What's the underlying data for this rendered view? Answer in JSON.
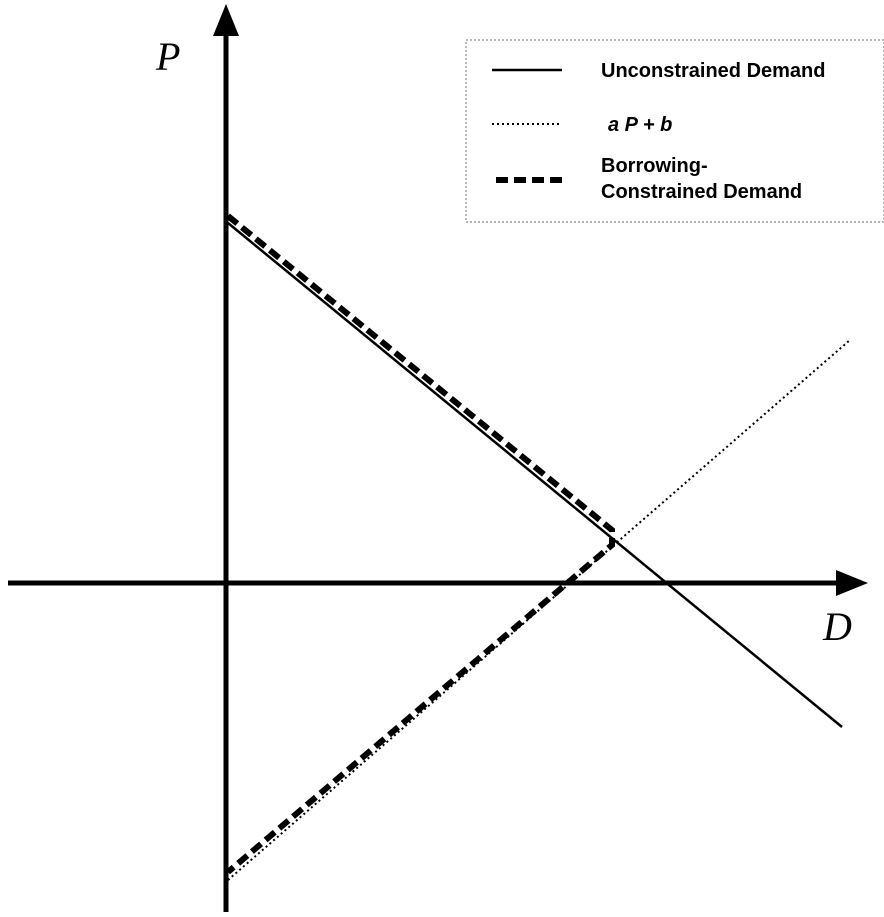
{
  "axes": {
    "y_label": "P",
    "x_label": "D"
  },
  "legend": {
    "items": [
      {
        "label": "Unconstrained Demand",
        "style": "solid"
      },
      {
        "label": "a P + b",
        "style": "dotted"
      },
      {
        "label_line1": "Borrowing-",
        "label_line2": "Constrained Demand",
        "style": "dashed"
      }
    ]
  },
  "colors": {
    "line": "#000000",
    "background": "#ffffff",
    "legend_border": "#888888"
  }
}
